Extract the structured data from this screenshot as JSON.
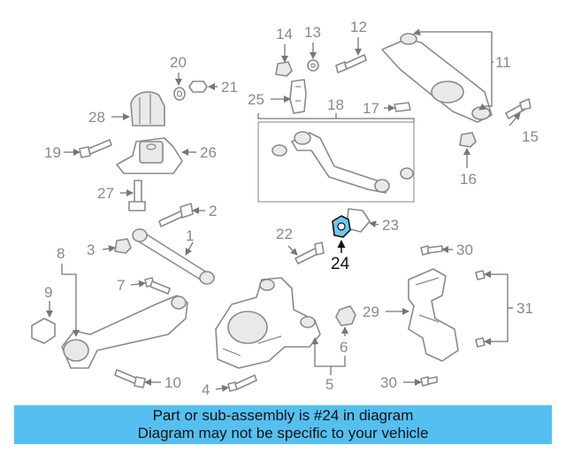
{
  "diagram": {
    "callouts": [
      "1",
      "2",
      "3",
      "4",
      "5",
      "6",
      "7",
      "8",
      "9",
      "10",
      "11",
      "12",
      "13",
      "14",
      "15",
      "16",
      "17",
      "18",
      "19",
      "20",
      "21",
      "22",
      "23",
      "24",
      "25",
      "26",
      "27",
      "28",
      "29",
      "30",
      "30",
      "31"
    ],
    "highlighted_part": "24",
    "colors": {
      "line_art": "#8a8a8a",
      "highlight_fill": "#6ec8f0",
      "banner": "#55c0f0"
    }
  },
  "banner": {
    "line1": "Part or sub-assembly is #24 in diagram",
    "line2": "Diagram may not be specific to your vehicle"
  }
}
